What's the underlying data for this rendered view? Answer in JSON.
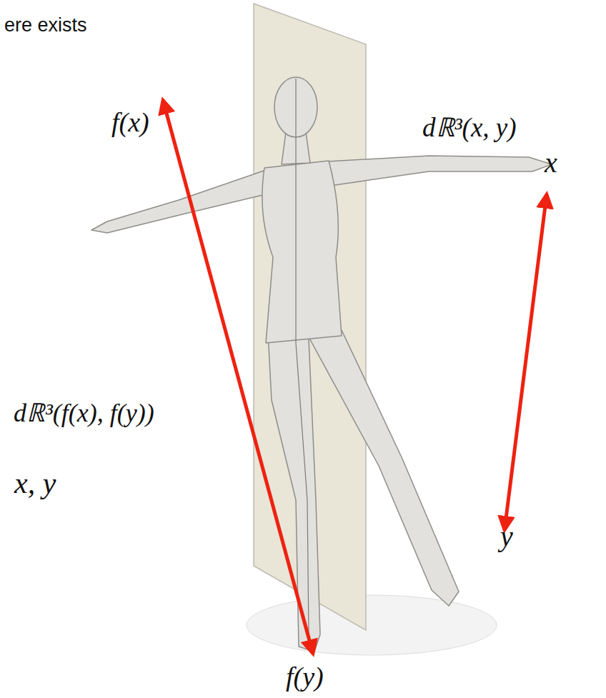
{
  "diagram": {
    "labels": [
      "ere exists",
      "f(x)",
      "x",
      "dℝ³(x, y)",
      "dℝ³(f(x), f(y))",
      "x, y",
      "y",
      "f(y)"
    ]
  }
}
